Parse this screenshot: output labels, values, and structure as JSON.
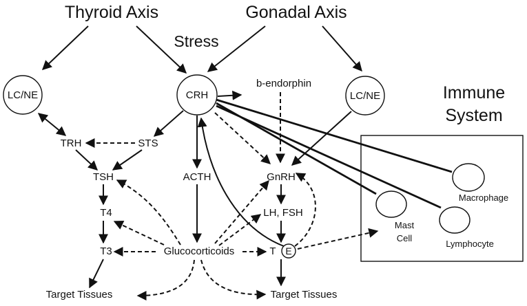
{
  "titles": {
    "thyroid_axis": "Thyroid Axis",
    "gonadal_axis": "Gonadal Axis",
    "stress": "Stress"
  },
  "immune_system": {
    "title_line1": "Immune",
    "title_line2": "System",
    "cells": {
      "macrophage": "Macrophage",
      "mast_cell_line1": "Mast",
      "mast_cell_line2": "Cell",
      "lymphocyte": "Lymphocyte"
    }
  },
  "nodes": {
    "lc_ne_left": "LC/NE",
    "crh": "CRH",
    "lc_ne_right": "LC/NE",
    "b_endorphin": "b-endorphin",
    "trh": "TRH",
    "sts": "STS",
    "tsh": "TSH",
    "acth": "ACTH",
    "gnrh": "GnRH",
    "t4": "T4",
    "lh_fsh": "LH, FSH",
    "t3": "T3",
    "glucocorticoids": "Glucocorticoids",
    "t": "T",
    "e": "E",
    "target_tissues_left": "Target Tissues",
    "target_tissues_right": "Target Tissues"
  }
}
